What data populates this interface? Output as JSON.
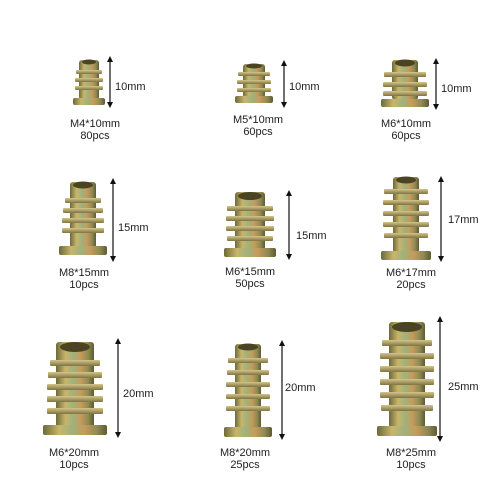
{
  "items": [
    {
      "name": "M4*10mm",
      "qty": "80pcs",
      "dim": "10mm"
    },
    {
      "name": "M5*10mm",
      "qty": "60pcs",
      "dim": "10mm"
    },
    {
      "name": "M6*10mm",
      "qty": "60pcs",
      "dim": "10mm"
    },
    {
      "name": "M8*15mm",
      "qty": "10pcs",
      "dim": "15mm"
    },
    {
      "name": "M6*15mm",
      "qty": "50pcs",
      "dim": "15mm"
    },
    {
      "name": "M6*17mm",
      "qty": "20pcs",
      "dim": "17mm"
    },
    {
      "name": "M6*20mm",
      "qty": "10pcs",
      "dim": "20mm"
    },
    {
      "name": "M8*20mm",
      "qty": "25pcs",
      "dim": "20mm"
    },
    {
      "name": "M8*25mm",
      "qty": "10pcs",
      "dim": "25mm"
    }
  ]
}
